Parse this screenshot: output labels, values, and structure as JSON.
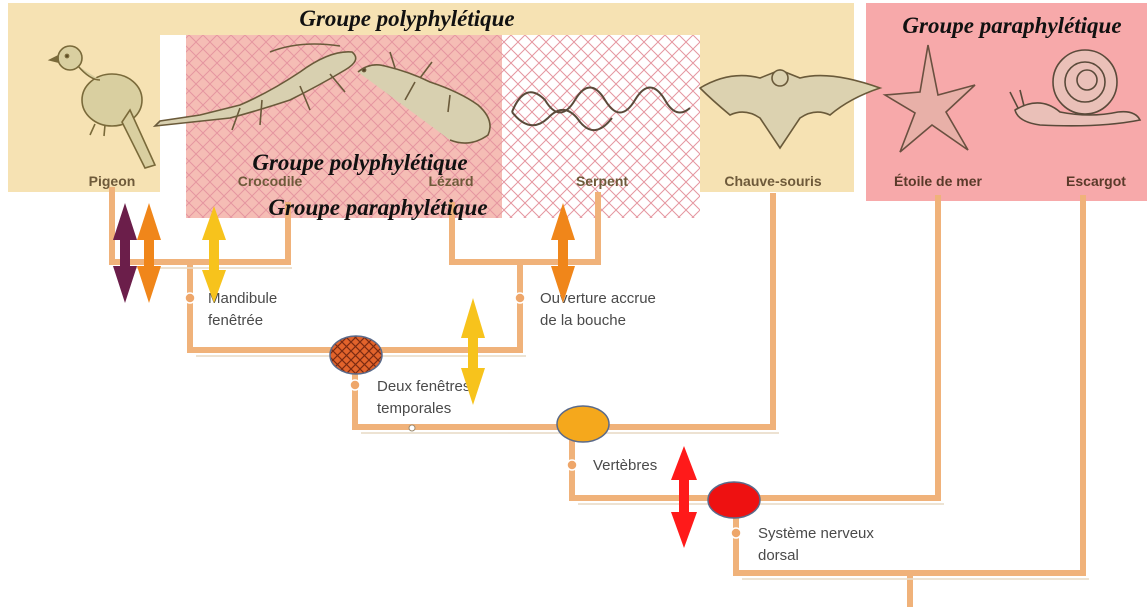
{
  "groups": {
    "poly_top": "Groupe polyphylétique",
    "para_right": "Groupe paraphylétique",
    "poly_mid": "Groupe polyphylétique",
    "para_mid": "Groupe paraphylétique"
  },
  "taxa": [
    "Pigeon",
    "Crocodile",
    "Lézard",
    "Serpent",
    "Chauve-souris",
    "Étoile de mer",
    "Escargot"
  ],
  "nodes": {
    "mandibule": [
      "Mandibule",
      "fenêtrée"
    ],
    "ouverture": [
      "Ouverture accrue",
      "de la bouche"
    ],
    "temporales": [
      "Deux fenêtres",
      "temporales"
    ],
    "vertebres": [
      "Vertèbres"
    ],
    "nerveux": [
      "Système nerveux",
      "dorsal"
    ]
  },
  "colors": {
    "branch": "#f0b27a",
    "branch_dark": "#e89a55",
    "tan_box": "#f6e2b3",
    "red_box": "#f7a7a8",
    "hatch": "#e8a0a8",
    "orange": "#f5a623",
    "dark_orange": "#f08a1a",
    "purple": "#6b1e4a",
    "yellow": "#f7c31c",
    "red": "#ff1a1a",
    "label_brown": "#6e5a3a"
  }
}
